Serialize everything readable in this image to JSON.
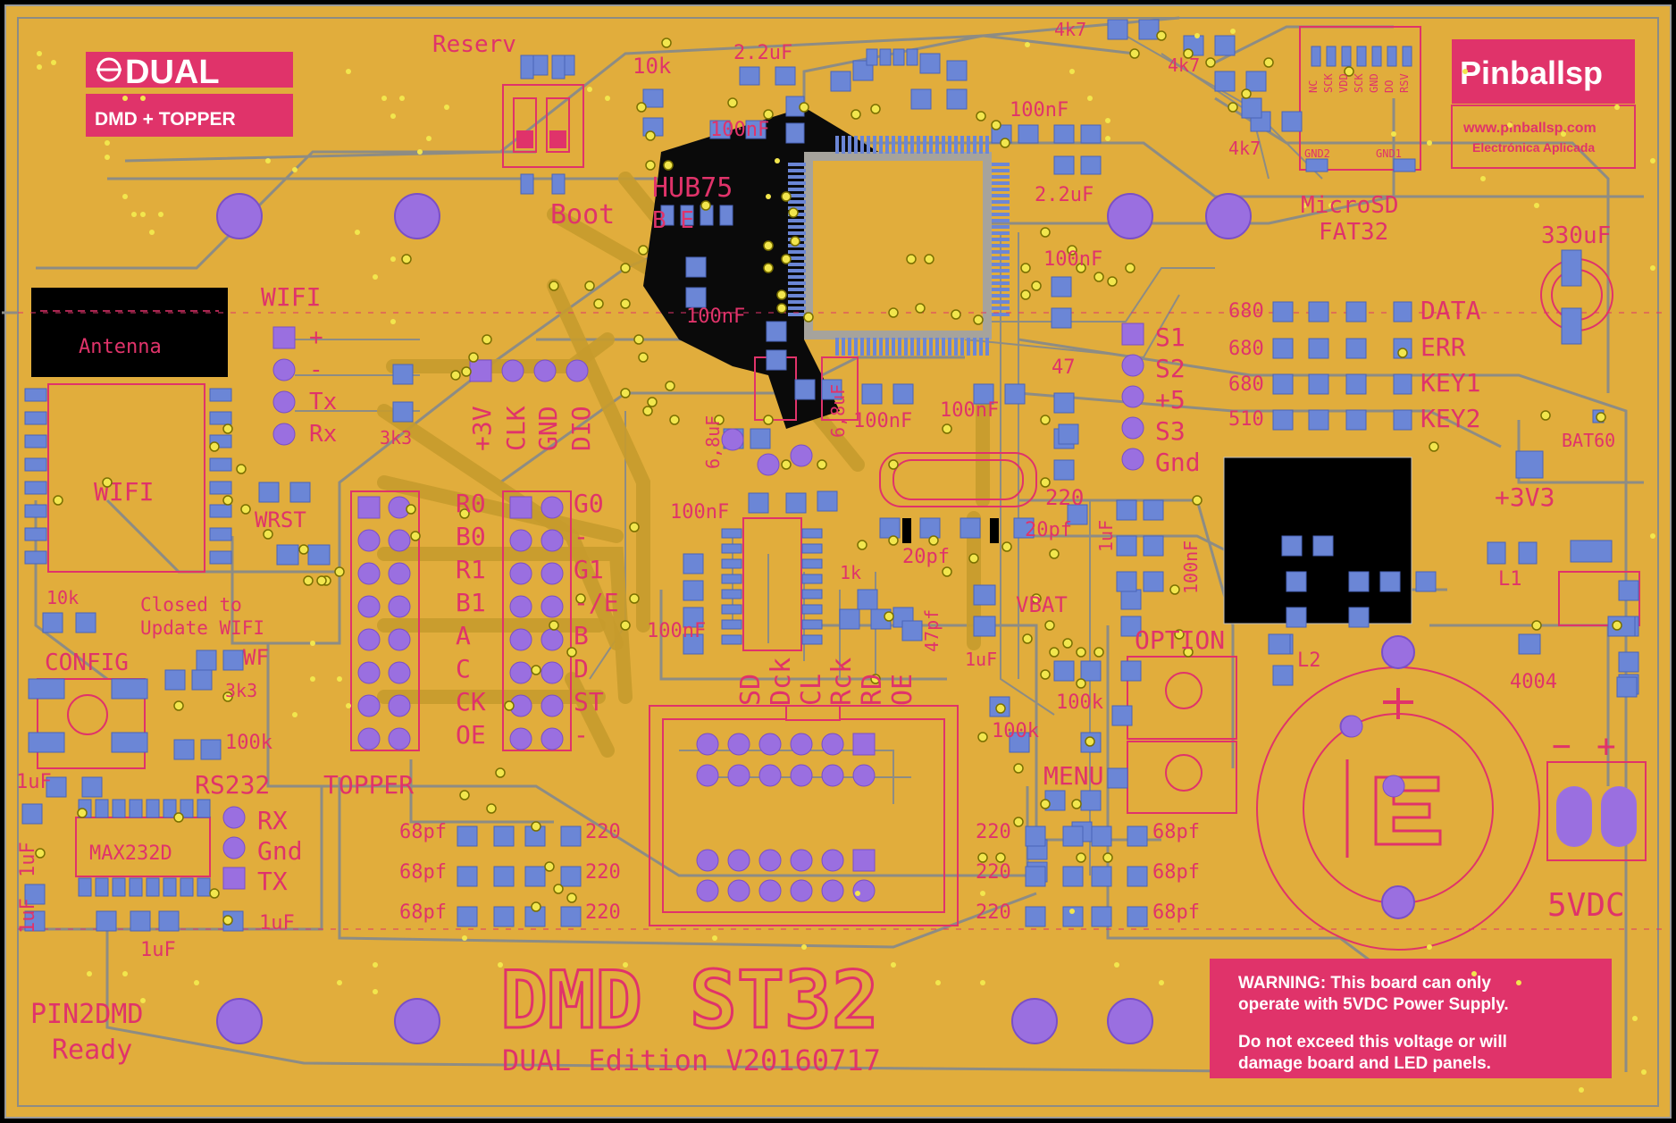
{
  "brand": {
    "logo_text": "DUAL",
    "logo_sub": "DMD + TOPPER",
    "company": "Pinballsp",
    "url": "www.pinballsp.com",
    "tagline": "Electrónica Aplicada"
  },
  "title": {
    "main": "DMD ST32",
    "edition": "DUAL Edition V20160717"
  },
  "status": {
    "line1": "PIN2DMD",
    "line2": "Ready"
  },
  "warning": {
    "line1": "WARNING: This board can only",
    "line2": "operate with 5VDC Power Supply.",
    "line3": "Do not exceed this voltage or will",
    "line4": "damage board and LED panels."
  },
  "antenna": {
    "label": "Antenna"
  },
  "wifi": {
    "module_label": "WIFI",
    "header_label": "WIFI",
    "pins": [
      "+",
      "-",
      "Tx",
      "Rx"
    ],
    "wrst": "WRST",
    "note1": "Closed to",
    "note2": "Update WIFI",
    "wf": "WF"
  },
  "debug_header": {
    "pins": [
      "+3V",
      "CLK",
      "GND",
      "DIO"
    ]
  },
  "hub75": {
    "title": "HUB75",
    "left": [
      "R0",
      "B0",
      "R1",
      "B1",
      "A",
      "C",
      "CK",
      "OE"
    ],
    "right": [
      "G0",
      "-",
      "G1",
      "-/E",
      "B",
      "D",
      "ST",
      "-"
    ]
  },
  "hub75_partial": "B E",
  "boot": {
    "label": "Boot",
    "reserv": "Reserv"
  },
  "microsd": {
    "line1": "MicroSD",
    "line2": "FAT32",
    "pins": [
      "NC",
      "SCK",
      "VDD",
      "SCK",
      "GND",
      "DO",
      "RSV"
    ],
    "gnd2": "GND2",
    "gnd1": "GND1"
  },
  "leds": [
    {
      "r": "680",
      "name": "DATA"
    },
    {
      "r": "680",
      "name": "ERR"
    },
    {
      "r": "680",
      "name": "KEY1"
    },
    {
      "r": "510",
      "name": "KEY2"
    }
  ],
  "side_header": {
    "pins": [
      "S1",
      "S2",
      "+5",
      "S3",
      "Gnd"
    ]
  },
  "power": {
    "cap": "330uF",
    "bat": "BAT60",
    "v33": "+3V3",
    "l1": "L1",
    "l2": "L2",
    "diode": "4004",
    "input": "5VDC",
    "minus": "−",
    "plus": "+"
  },
  "rs232": {
    "title": "RS232",
    "topper": "TOPPER",
    "chip": "MAX232D",
    "pins": [
      "RX",
      "Gnd",
      "TX"
    ]
  },
  "buttons": {
    "config": "CONFIG",
    "option": "OPTION",
    "menu": "MENU",
    "vbat": "VBAT"
  },
  "dmd_connector": {
    "signals": [
      "SD",
      "Dck",
      "CL",
      "Rck",
      "RD",
      "OE"
    ]
  },
  "components": {
    "c_22uf_a": "2.2uF",
    "r_10k_top": "10k",
    "c_100nf_a": "100nF",
    "c_100nf_b": "100nF",
    "c_22uf_b": "2.2uF",
    "c_100nf_c": "100nF",
    "c_100nf_d": "100nF",
    "r_47": "47",
    "c_100nf_e": "100nF",
    "c_100nf_f": "100nF",
    "c_100nf_g": "100nF",
    "c_100nf_h": "100nF",
    "r_220": "220",
    "c_20pf_a": "20pf",
    "c_20pf_b": "20pf",
    "c_1uf_v": "1uF",
    "c_100nf_v": "100nF",
    "c_47pf": "47pf",
    "r_1k": "1k",
    "c_1uf_a": "1uF",
    "r_100k_a": "100k",
    "r_100k_b": "100k",
    "r_100k_c": "100k",
    "r_4k7_a": "4k7",
    "r_4k7_b": "4k7",
    "r_4k7_c": "4k7",
    "r_3k3_a": "3k3",
    "r_3k3_b": "3k3",
    "r_10k_a": "10k",
    "r_10k_b": "10k",
    "c_6_8uf_a": "6,8uF",
    "c_6_8uf_b": "6,8uF",
    "c_1uf_rs_a": "1uF",
    "c_1uf_rs_b": "1uF",
    "c_1uf_rs_c": "1uF",
    "c_1uf_rs_d": "1uF",
    "c_1uf_rs_e": "1uF"
  },
  "series_resistors": {
    "r": "220",
    "c": "68pf"
  },
  "colors": {
    "board": "#e1ad3c",
    "silk": "#e0336a",
    "pad": "#6b86d6",
    "via": "#f2e64d",
    "trace": "#8d8c84"
  }
}
